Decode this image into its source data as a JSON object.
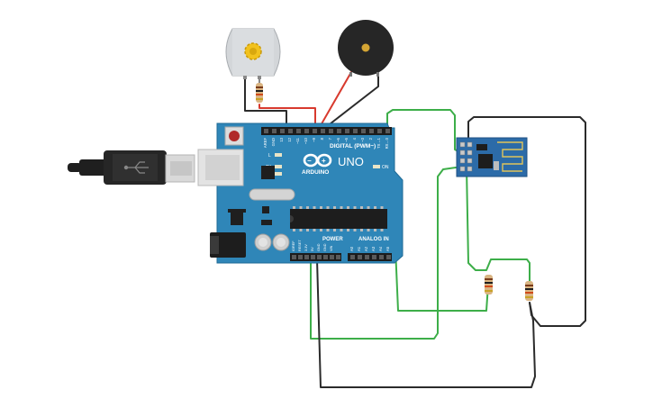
{
  "board": {
    "brand_text": "ARDUINO",
    "model_text": "UNO",
    "digital_header_label": "DIGITAL (PWM~)",
    "power_label": "POWER",
    "analog_label": "ANALOG IN",
    "on_label": "ON",
    "led_labels": [
      "L",
      "TX",
      "RX"
    ],
    "digital_pin_labels": [
      "AREF",
      "GND",
      "13",
      "12",
      "~11",
      "~10",
      "~9",
      "8",
      "7",
      "~6",
      "~5",
      "4",
      "~3",
      "2",
      "TX→1",
      "RX←0"
    ],
    "power_pin_labels": [
      "IOREF",
      "RESET",
      "3.3V",
      "5V",
      "GND",
      "GND",
      "VIN"
    ],
    "analog_pin_labels": [
      "A0",
      "A1",
      "A2",
      "A3",
      "A4",
      "A5"
    ]
  },
  "colors": {
    "board": "#2f86b8",
    "board_edge": "#1f6b96",
    "header": "#1c1c1c",
    "wire_green": "#3dae49",
    "wire_black": "#2b2b2b",
    "wire_red": "#d83a2e",
    "esp_board": "#2b6aa6",
    "buzzer": "#2a2a2a",
    "motor": "#cfd3d6",
    "motor_gear": "#f4c21c"
  },
  "components": [
    "motor-dc",
    "piezo-buzzer",
    "usb-cable",
    "esp8266-wifi-module",
    "resistor",
    "resistor",
    "resistor"
  ]
}
